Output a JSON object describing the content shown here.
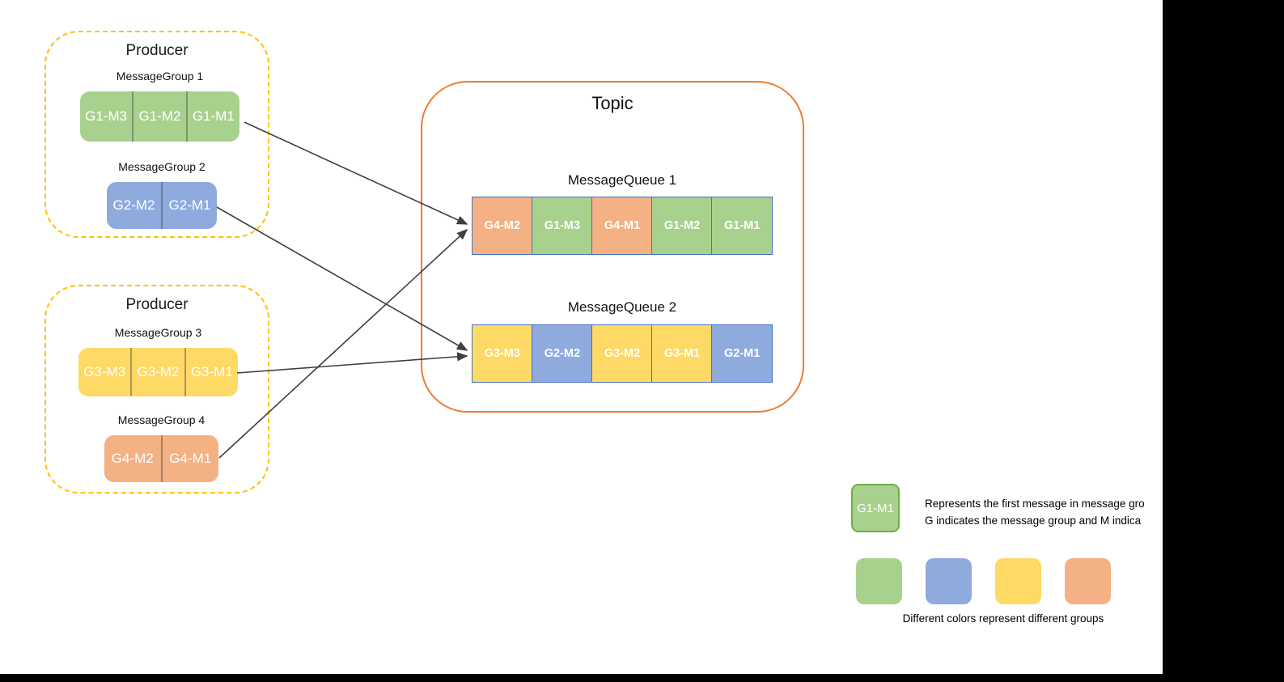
{
  "producers": [
    {
      "label": "Producer",
      "groups": [
        {
          "label": "MessageGroup 1",
          "color": "green",
          "messages": [
            "G1-M3",
            "G1-M2",
            "G1-M1"
          ]
        },
        {
          "label": "MessageGroup 2",
          "color": "blue",
          "messages": [
            "G2-M2",
            "G2-M1"
          ]
        }
      ]
    },
    {
      "label": "Producer",
      "groups": [
        {
          "label": "MessageGroup 3",
          "color": "yellow",
          "messages": [
            "G3-M3",
            "G3-M2",
            "G3-M1"
          ]
        },
        {
          "label": "MessageGroup 4",
          "color": "orange",
          "messages": [
            "G4-M2",
            "G4-M1"
          ]
        }
      ]
    }
  ],
  "topic": {
    "label": "Topic",
    "queues": [
      {
        "label": "MessageQueue 1",
        "cells": [
          {
            "text": "G4-M2",
            "color": "orange"
          },
          {
            "text": "G1-M3",
            "color": "green"
          },
          {
            "text": "G4-M1",
            "color": "orange"
          },
          {
            "text": "G1-M2",
            "color": "green"
          },
          {
            "text": "G1-M1",
            "color": "green"
          }
        ]
      },
      {
        "label": "MessageQueue 2",
        "cells": [
          {
            "text": "G3-M3",
            "color": "yellow"
          },
          {
            "text": "G2-M2",
            "color": "blue"
          },
          {
            "text": "G3-M2",
            "color": "yellow"
          },
          {
            "text": "G3-M1",
            "color": "yellow"
          },
          {
            "text": "G2-M1",
            "color": "blue"
          }
        ]
      }
    ]
  },
  "legend": {
    "sample": {
      "text": "G1-M1",
      "color": "green"
    },
    "description_line1": "Represents the first message in message gro",
    "description_line2": "G indicates the message group and M indica",
    "swatches": [
      "green",
      "blue",
      "yellow",
      "orange"
    ],
    "caption": "Different colors represent different groups"
  },
  "colors": {
    "green": "#A9D18E",
    "blue": "#8FAADC",
    "yellow": "#FFD966",
    "orange": "#F4B183",
    "green_border": "#70AD47",
    "producer_border": "#FFC000",
    "topic_border": "#ED7D31",
    "cell_border": "#4472C4",
    "arrow": "#3F3F3F"
  }
}
